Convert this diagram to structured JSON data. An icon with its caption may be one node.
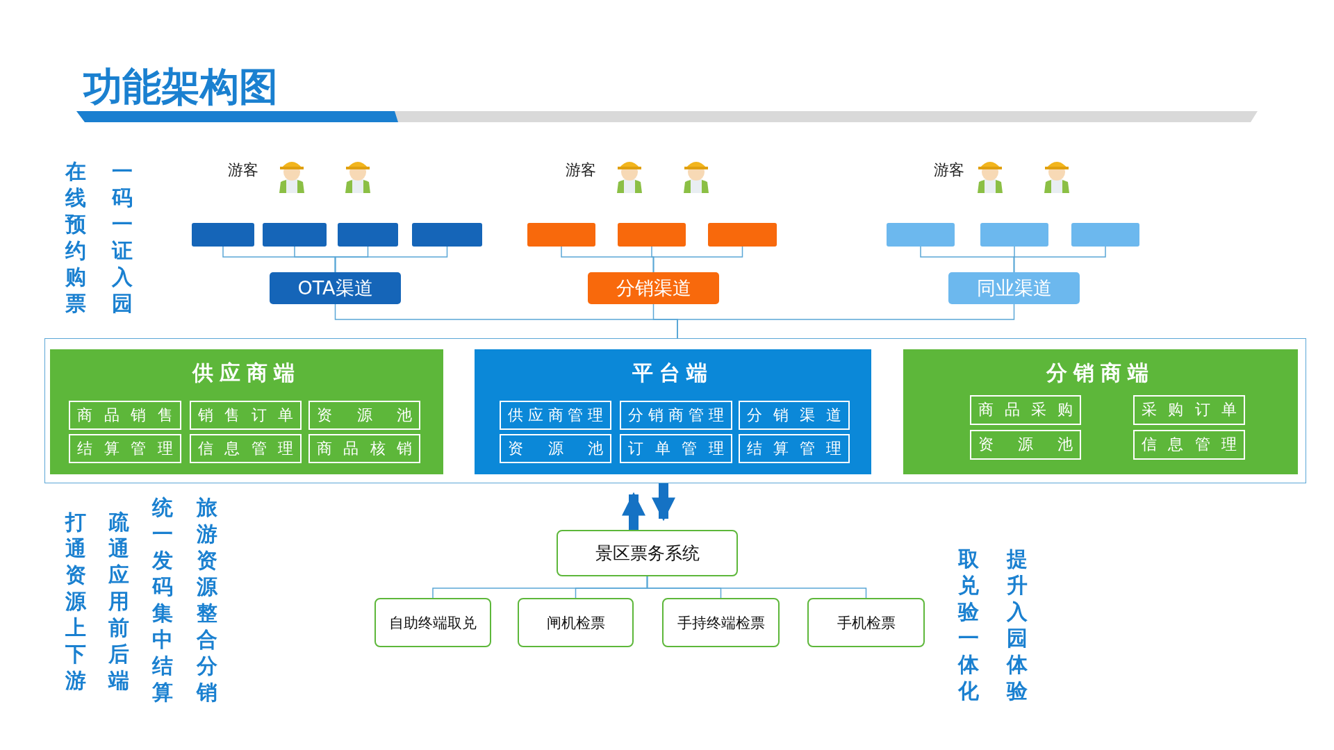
{
  "diagram": {
    "title": "功能架构图",
    "nodes": [
      {
        "text": [],
        "shape": "box"
      },
      {
        "text": [],
        "shape": "box"
      },
      {
        "text": [],
        "shape": "box"
      },
      {
        "text": [],
        "shape": "box"
      },
      {
        "text": [],
        "shape": "box"
      },
      {
        "text": [],
        "shape": "box"
      },
      {
        "text": [],
        "shape": "box"
      },
      {
        "text": [],
        "shape": "box"
      },
      {
        "text": [],
        "shape": "box"
      },
      {
        "text": [],
        "shape": "box"
      },
      {
        "text": [
          "OTA渠道"
        ]
      },
      {
        "text": [
          "分销渠道"
        ]
      },
      {
        "text": [
          "同业渠道"
        ]
      },
      {
        "text": [],
        "shape": "box"
      },
      {
        "text": [
          "供应商端"
        ],
        "in": 13
      },
      {
        "text": [
          "商品销售"
        ],
        "in": 14
      },
      {
        "text": [
          "销售订单"
        ],
        "in": 14
      },
      {
        "text": [
          "资源池"
        ],
        "in": 14
      },
      {
        "text": [
          "结算管理"
        ],
        "in": 14
      },
      {
        "text": [
          "信息管理"
        ],
        "in": 14
      },
      {
        "text": [
          "商品核销"
        ],
        "in": 14
      },
      {
        "text": [
          "平台端"
        ],
        "in": 13
      },
      {
        "text": [
          "供应商管理"
        ],
        "in": 21
      },
      {
        "text": [
          "分销商管理"
        ],
        "in": 21
      },
      {
        "text": [
          "分销渠道"
        ],
        "in": 21
      },
      {
        "text": [
          "资源池"
        ],
        "in": 21
      },
      {
        "text": [
          "订单管理"
        ],
        "in": 21
      },
      {
        "text": [
          "结算管理"
        ],
        "in": 21
      },
      {
        "text": [
          "分销商端"
        ],
        "in": 13
      },
      {
        "text": [
          "商品采购"
        ],
        "in": 28
      },
      {
        "text": [
          "采购订单"
        ],
        "in": 28
      },
      {
        "text": [
          "资源池"
        ],
        "in": 28
      },
      {
        "text": [
          "信息管理"
        ],
        "in": 28
      },
      {
        "text": [
          "景区票务系统"
        ]
      },
      {
        "text": [
          "自助终端取兑"
        ]
      },
      {
        "text": [
          "闸机检票"
        ]
      },
      {
        "text": [
          "手持终端检票"
        ]
      },
      {
        "text": [
          "手机检票"
        ]
      }
    ],
    "edges": [
      {
        "from": 0,
        "to": 10,
        "arrow": "none"
      },
      {
        "from": 1,
        "to": 10,
        "arrow": "none"
      },
      {
        "from": 2,
        "to": 10,
        "arrow": "none"
      },
      {
        "from": 3,
        "to": 10,
        "arrow": "none"
      },
      {
        "from": 4,
        "to": 11,
        "arrow": "none"
      },
      {
        "from": 5,
        "to": 11,
        "arrow": "none"
      },
      {
        "from": 6,
        "to": 11,
        "arrow": "none"
      },
      {
        "from": 7,
        "to": 12,
        "arrow": "none"
      },
      {
        "from": 8,
        "to": 12,
        "arrow": "none"
      },
      {
        "from": 9,
        "to": 12,
        "arrow": "none"
      },
      {
        "from": 10,
        "to": 13,
        "arrow": "none"
      },
      {
        "from": 11,
        "to": 13,
        "arrow": "none"
      },
      {
        "from": 12,
        "to": 13,
        "arrow": "none"
      },
      {
        "from": 33,
        "to": 13,
        "arrow": "to",
        "style": "thick",
        "color": "#1572c4"
      },
      {
        "from": 13,
        "to": 33,
        "arrow": "to",
        "style": "thick",
        "color": "#1572c4"
      },
      {
        "from": 33,
        "to": 34,
        "arrow": "none"
      },
      {
        "from": 33,
        "to": 35,
        "arrow": "none"
      },
      {
        "from": 33,
        "to": 36,
        "arrow": "none"
      },
      {
        "from": 33,
        "to": 37,
        "arrow": "none"
      }
    ],
    "labels": [
      "在线预约购票",
      "一码一证入园",
      "游客",
      "游客",
      "游客",
      "打通资源上下游",
      "疏通应用前后端",
      "统一发码集中结算",
      "旅游资源整合分销",
      "取兑验一体化",
      "提升入园体验"
    ]
  }
}
